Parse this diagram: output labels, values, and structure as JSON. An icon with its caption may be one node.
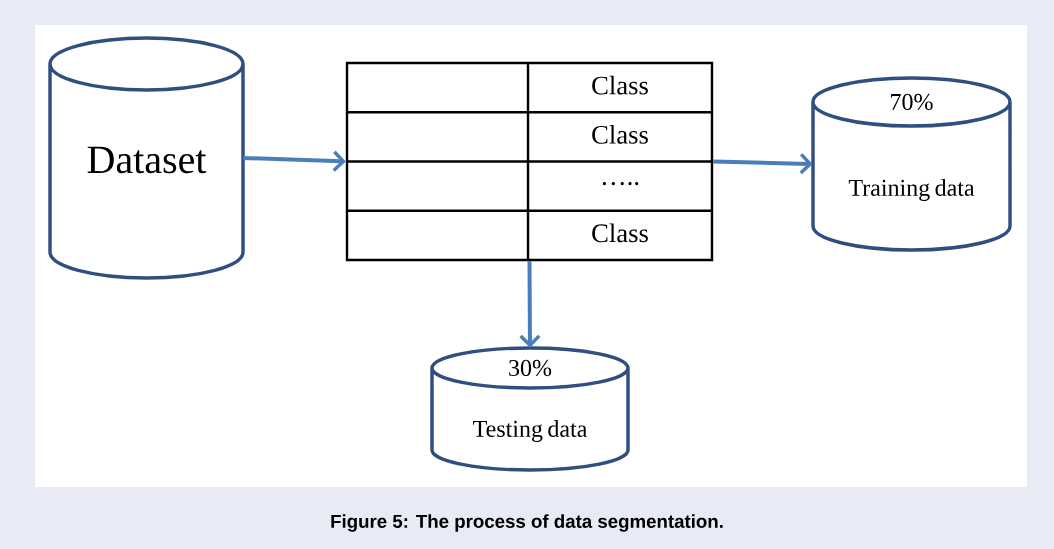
{
  "diagram": {
    "caption": "Figure 5: The process of data segmentation.",
    "nodes": [
      {
        "text": [
          "Dataset"
        ]
      },
      {
        "text": [
          "Class",
          "Class",
          "…..",
          "Class"
        ]
      },
      {
        "text": [
          "70%",
          "Training data"
        ]
      },
      {
        "text": [
          "30%",
          "Testing data"
        ]
      }
    ],
    "edges": [
      {
        "from": 0,
        "to": 1,
        "arrow": "to"
      },
      {
        "from": 1,
        "to": 2,
        "arrow": "to"
      },
      {
        "from": 1,
        "to": 3,
        "arrow": "to"
      }
    ]
  }
}
